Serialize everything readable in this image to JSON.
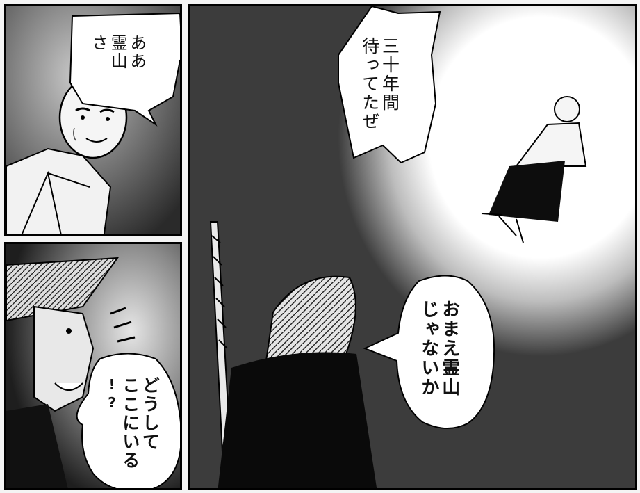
{
  "panels": {
    "top_left": {
      "speech": [
        "ああ",
        "霊山",
        "さ"
      ]
    },
    "right": {
      "speech_top": [
        "三十年間",
        "待ってたぜ"
      ],
      "speech_bottom": [
        "おまえ霊山",
        "じゃないか"
      ]
    },
    "bottom_left": {
      "speech": [
        "どうして",
        "ここにいる",
        "!?"
      ]
    }
  }
}
